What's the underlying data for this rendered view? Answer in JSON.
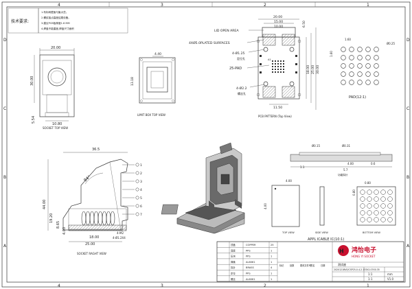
{
  "frame": {
    "col_labels": [
      "4",
      "3",
      "2",
      "1"
    ],
    "row_labels": [
      "D",
      "C",
      "B",
      "A"
    ]
  },
  "tech_req": {
    "label": "技术要求:",
    "lines": [
      "1.布标转壁面与聚大些。",
      "2.螺纹接点高度结尾设备。",
      "3.建议PCB板厚度1.6 MM",
      "4.焊盘不能重度,焊盘尺寸面积"
    ]
  },
  "socket_top": {
    "title": "SOCKET TOP VIEW",
    "dims": {
      "width": "20.00",
      "height": "30.00",
      "bottom": "10.80",
      "left": "5.54"
    }
  },
  "limit_box": {
    "title": "LIMIT BOX   TOP VIEW",
    "dim_top": "4.40",
    "dim_right": "13.18"
  },
  "pcb": {
    "title": "PCB PATTERN (Top View)",
    "lid_open": "LID OPEN AREA",
    "plated": "4XØ5.0PLATED SURFACES",
    "hole1": "4-Ø1.25",
    "hole1_cn": "定位孔",
    "pad25": "25-PAD",
    "a1": "A1",
    "hole2": "4-Ø2.2",
    "hole2_cn": "螺丝孔",
    "dims_top": [
      "20.00",
      "15.00",
      "10.00"
    ],
    "dim_top_right": "6.50",
    "dims_right": [
      "18.00",
      "25.00",
      "30.00"
    ],
    "dim_bottom": "11.50"
  },
  "pad": {
    "title": "PAD(12:1)",
    "dim_pitch": "1.60",
    "dim_dia": "Ø0.25",
    "dim_left": "1.60"
  },
  "side_view": {
    "title": "SOCKET RAGHT VIEW",
    "dim_top": "36.5",
    "dim_h1": "44.00",
    "dim_h2": "19.20",
    "dim_h3": "8.65",
    "dim_h4": "4.00",
    "dim_bottom": "25.00",
    "dim_inner": "18.00",
    "dim_angle": "94°",
    "leader1": "4-M2",
    "leader2": "4-Ø1.2X4"
  },
  "ic_view": {
    "title": "APPL ICABLE IC(10:1)",
    "top_view": "TOP VIEW",
    "side_view": "SIDE VIEW",
    "bottom_view": "BOTTOM VIEW",
    "dims_side": [
      "Ø0.15",
      "Ø0.31",
      "1.1",
      "4.00",
      "0.6",
      "5.7"
    ],
    "side_note": "功能探针",
    "dim_top": "4.00",
    "dim_left": "4.00",
    "dim_bot_top": "0.80",
    "dim_bot_left": "0.80"
  },
  "title_block": {
    "company": "鸿怡电子",
    "company_en": "HONG YI SOCKET",
    "rows": [
      {
        "name": "顶盖",
        "mat": "COPPER",
        "qty": "25"
      },
      {
        "name": "底座",
        "mat": "PPS",
        "qty": "1"
      },
      {
        "name": "压块",
        "mat": "PPS",
        "qty": "1"
      },
      {
        "name": "弹簧",
        "mat": "AL6061",
        "qty": "1"
      },
      {
        "name": "探针",
        "mat": "BRASS",
        "qty": "4"
      },
      {
        "name": "定位",
        "mat": "PPS",
        "qty": "1"
      },
      {
        "name": "螺丝",
        "mat": "AL6061",
        "qty": "1"
      }
    ],
    "part_no": "2020121BVE/CSP25-0.4-2.133X2.07X0.35",
    "scale": "1:1",
    "unit": "mm",
    "version": "V1.0",
    "drawing_cn": "测试座",
    "labels": [
      "标记",
      "处数",
      "更改文件号",
      "签名",
      "日期"
    ],
    "sheet": "1-1"
  },
  "balloons": [
    "1",
    "2",
    "3",
    "4",
    "5",
    "6",
    "7"
  ]
}
